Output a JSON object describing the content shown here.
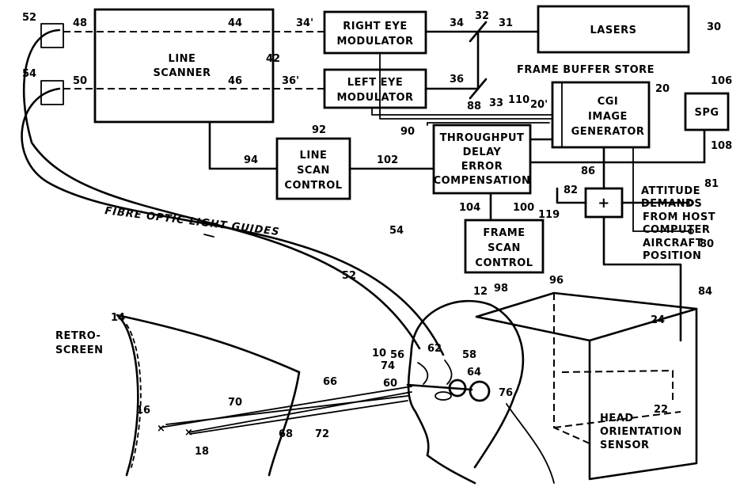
{
  "blocks": {
    "lasers": "LASERS",
    "right_modulator_1": "RIGHT EYE",
    "right_modulator_2": "MODULATOR",
    "left_modulator_1": "LEFT EYE",
    "left_modulator_2": "MODULATOR",
    "line_scanner_1": "LINE",
    "line_scanner_2": "SCANNER",
    "frame_buffer": "FRAME BUFFER STORE",
    "cgi_1": "CGI",
    "cgi_2": "IMAGE",
    "cgi_3": "GENERATOR",
    "spg": "SPG",
    "throughput_1": "THROUGHPUT",
    "throughput_2": "DELAY",
    "throughput_3": "ERROR",
    "throughput_4": "COMPENSATION",
    "line_scan_1": "LINE",
    "line_scan_2": "SCAN",
    "line_scan_3": "CONTROL",
    "frame_scan_1": "FRAME",
    "frame_scan_2": "SCAN",
    "frame_scan_3": "CONTROL",
    "summer": "+"
  },
  "labels": {
    "attitude_1": "ATTITUDE",
    "attitude_2": "DEMANDS",
    "from_host_1": "FROM HOST",
    "from_host_2": "COMPUTER",
    "aircraft_1": "AIRCRAFT",
    "aircraft_2": "POSITION",
    "fibre_optic": "FIBRE OPTIC LIGHT GUIDES",
    "retro_1": "RETRO-",
    "retro_2": "SCREEN",
    "head_1": "HEAD",
    "head_2": "ORIENTATION",
    "head_3": "SENSOR"
  },
  "refs": {
    "r10": "10",
    "r12": "12",
    "r14": "14",
    "r16": "16",
    "r18": "18",
    "r20": "20",
    "r20p": "20'",
    "r22": "22",
    "r24": "24",
    "r30": "30",
    "r31": "31",
    "r32": "32",
    "r33": "33",
    "r34": "34",
    "r34p": "34'",
    "r36": "36",
    "r36p": "36'",
    "r42": "42",
    "r44": "44",
    "r46": "46",
    "r48": "48",
    "r50": "50",
    "r52": "52",
    "r52b": "52",
    "r54": "54",
    "r54b": "54",
    "r56": "56",
    "r58": "58",
    "r60": "60",
    "r62": "62",
    "r64": "64",
    "r66": "66",
    "r68": "68",
    "r70": "70",
    "r72": "72",
    "r74": "74",
    "r76": "76",
    "r80": "80",
    "r81": "81",
    "r82": "82",
    "r84": "84",
    "r86": "86",
    "r88": "88",
    "r90": "90",
    "r92": "92",
    "r94": "94",
    "r96": "96",
    "r98": "98",
    "r100": "100",
    "r102": "102",
    "r104": "104",
    "r106": "106",
    "r108": "108",
    "r110": "110",
    "r119": "119"
  }
}
